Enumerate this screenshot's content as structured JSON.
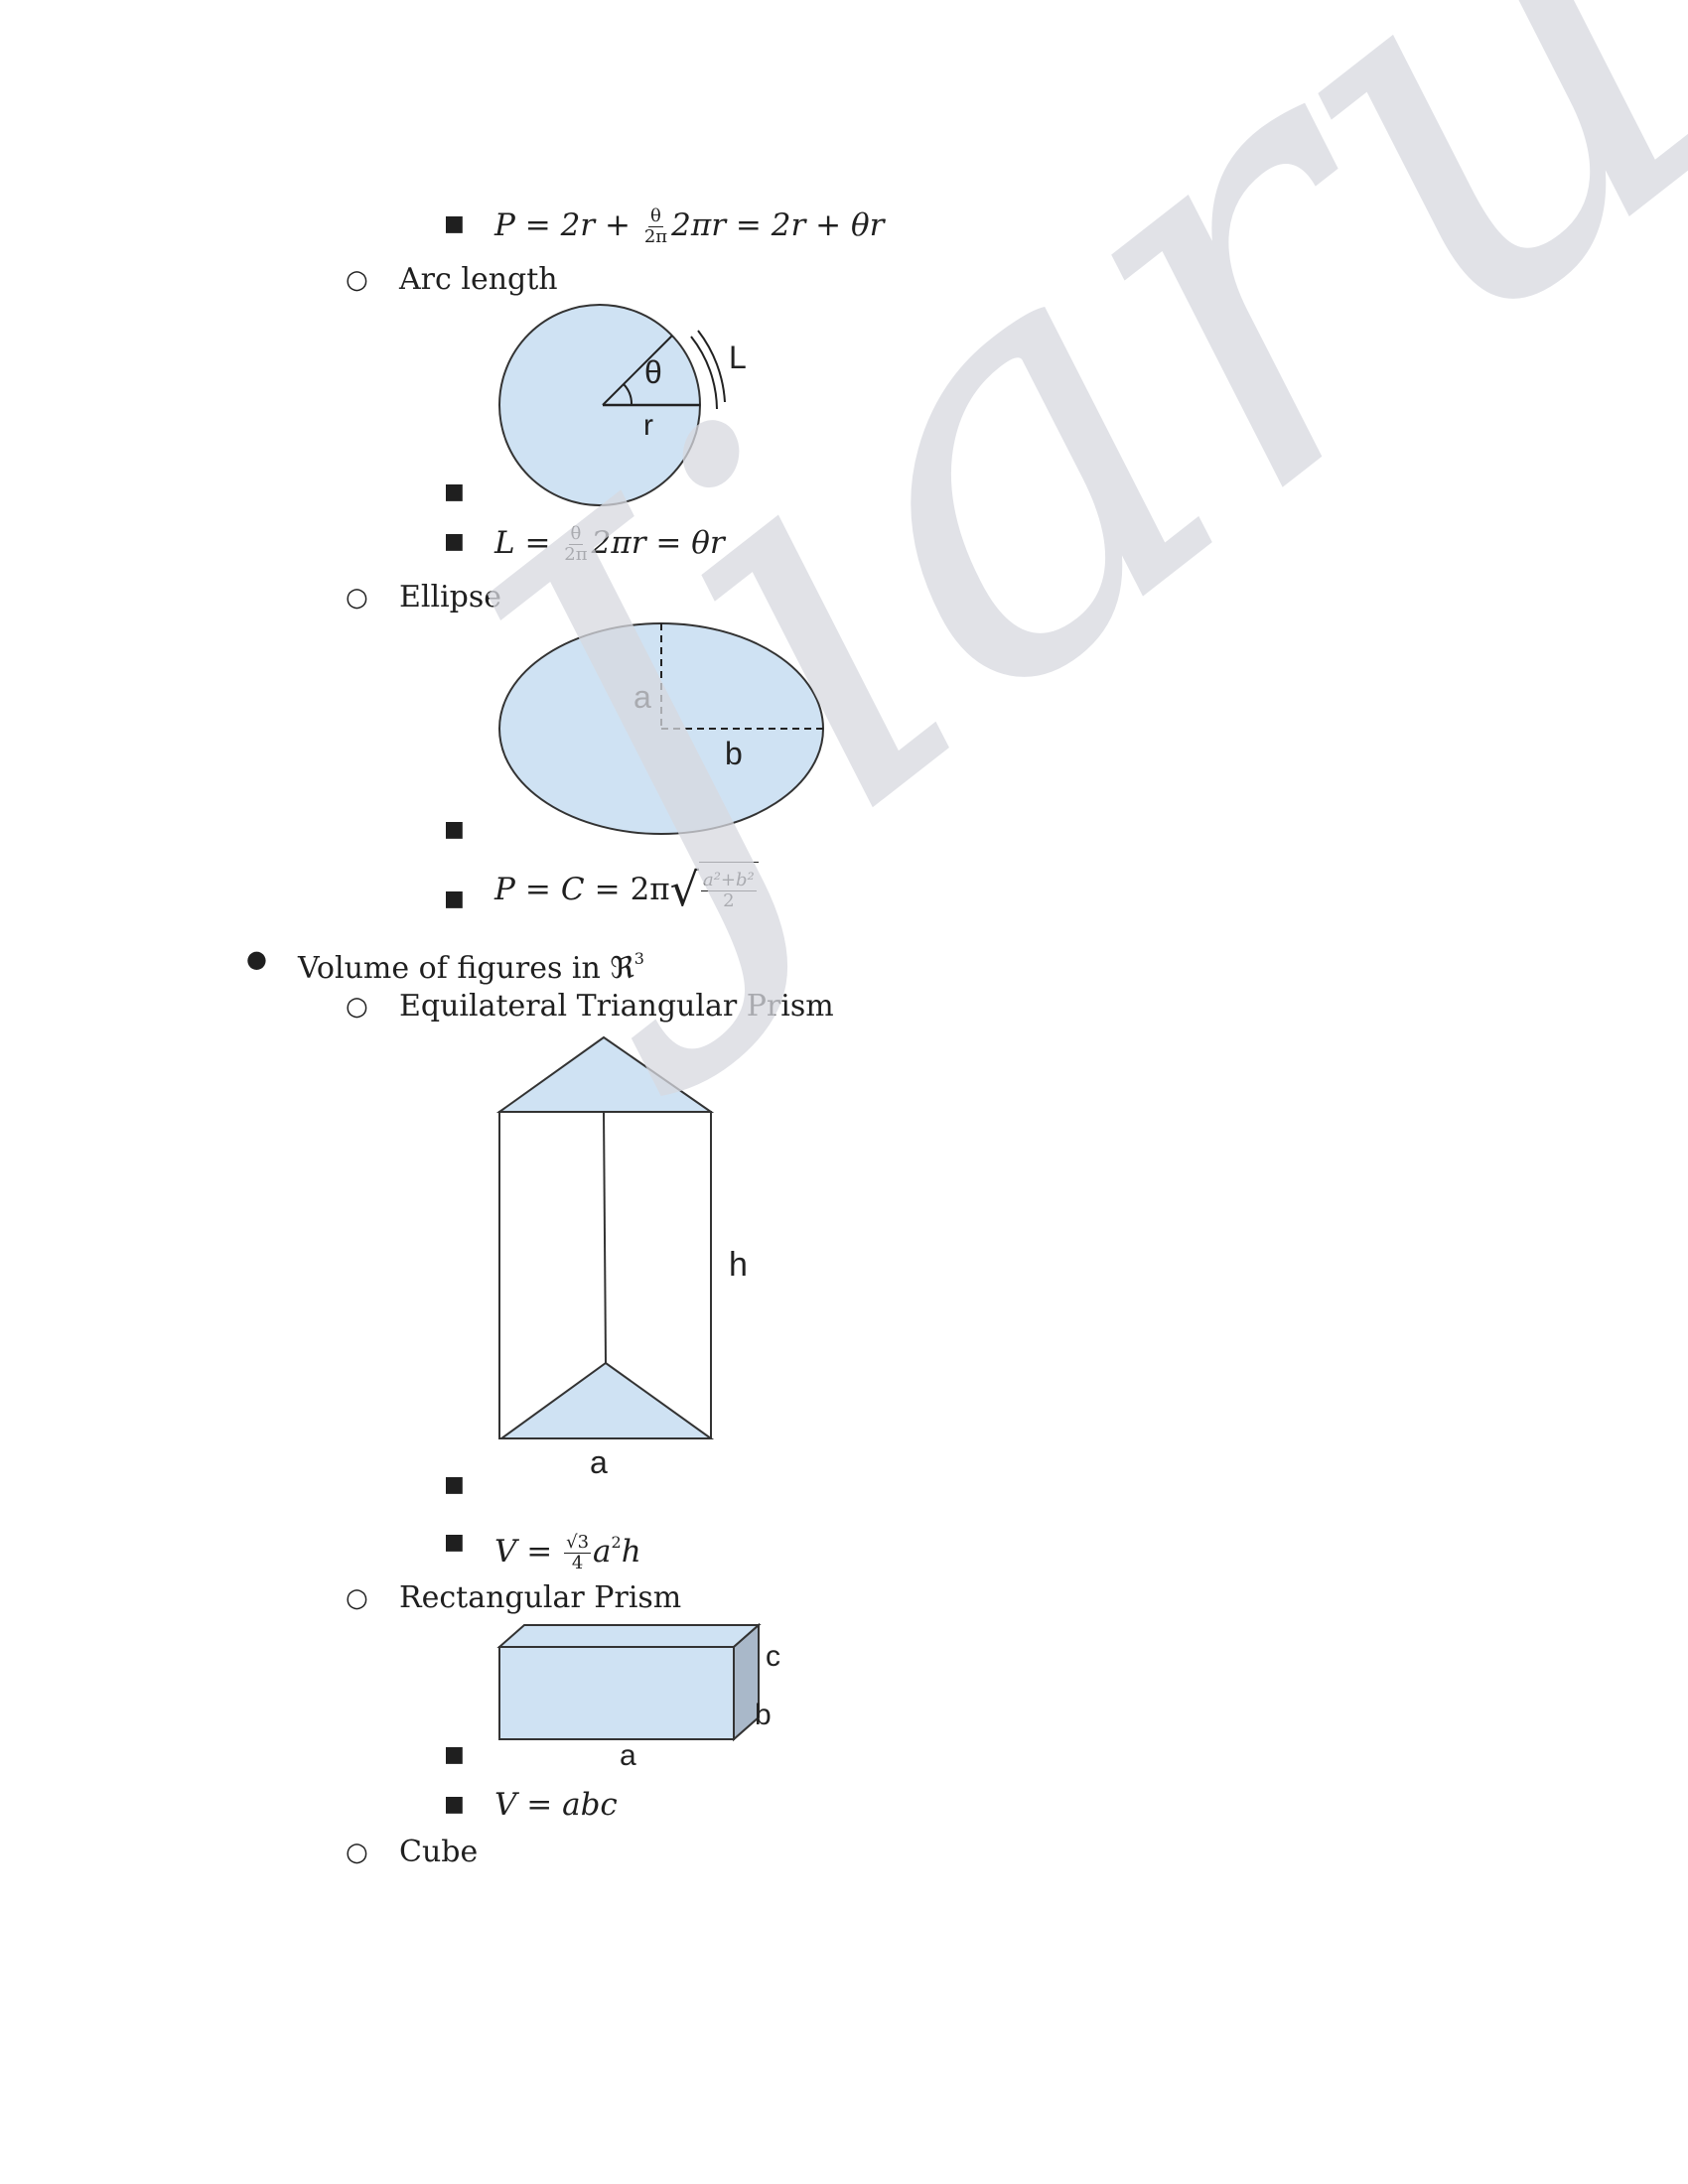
{
  "watermark": "Jiarui Cai",
  "bullets": {
    "level1": "●",
    "level2": "○",
    "level3": "■"
  },
  "items": {
    "sector_perimeter_formula": {
      "lhs": "P",
      "eq1": "=",
      "a": "2r",
      "plus": "+",
      "frac_num": "θ",
      "frac_den": "2π",
      "mult": "2πr",
      "eq2": "=",
      "b": "2r",
      "plus2": "+",
      "c": "θr"
    },
    "arc_length": {
      "label": "Arc length",
      "figure_labels": {
        "angle": "θ",
        "radius": "r",
        "arc": "L"
      },
      "formula": {
        "lhs": "L",
        "eq1": "=",
        "frac_num": "θ",
        "frac_den": "2π",
        "mult": "2πr",
        "eq2": "=",
        "rhs": "θr"
      }
    },
    "ellipse": {
      "label": "Ellipse",
      "figure_labels": {
        "a": "a",
        "b": "b"
      },
      "formula": {
        "p": "P",
        "eq1": "=",
        "c": "C",
        "eq2": "=",
        "coef": "2π",
        "num": "a²+b²",
        "den": "2"
      }
    },
    "volume": {
      "label": "Volume of figures in ℜ",
      "sup": "3"
    },
    "triangular_prism": {
      "label": "Equilateral Triangular Prism",
      "figure_labels": {
        "h": "h",
        "a": "a"
      },
      "formula": {
        "lhs": "V",
        "eq": "=",
        "num": "√3",
        "den": "4",
        "var": "a",
        "exp": "2",
        "h": "h"
      }
    },
    "rectangular_prism": {
      "label": "Rectangular Prism",
      "figure_labels": {
        "a": "a",
        "b": "b",
        "c": "c"
      },
      "formula": {
        "lhs": "V",
        "eq": "=",
        "rhs": "abc"
      }
    },
    "cube": {
      "label": "Cube"
    }
  },
  "colors": {
    "fill": "#cfe2f3",
    "side": "#a9b8c9",
    "stroke": "#333333",
    "watermark": "#d7d9e0"
  }
}
